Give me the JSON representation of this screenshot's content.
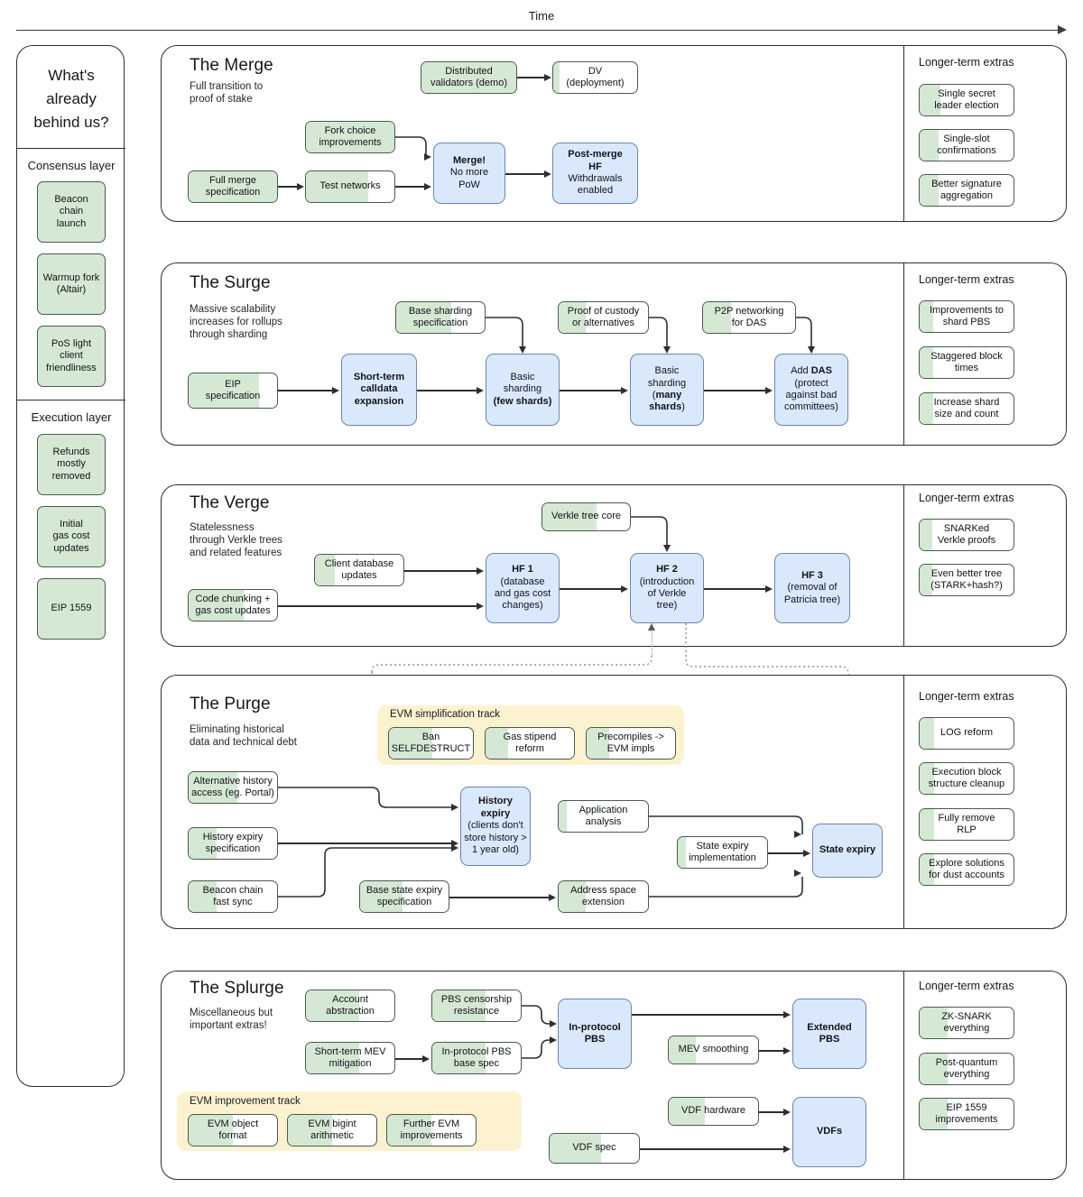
{
  "time_axis": {
    "label": "Time",
    "direction": "left-to-right"
  },
  "left_rail": {
    "heading": "What's already behind us?",
    "sections": [
      {
        "title": "Consensus layer",
        "items": [
          {
            "label": "Beacon chain launch",
            "progress": 100
          },
          {
            "label": "Warmup fork (Altair)",
            "progress": 100
          },
          {
            "label": "PoS light client friendliness",
            "progress": 100
          }
        ]
      },
      {
        "title": "Execution layer",
        "items": [
          {
            "label": "Refunds mostly removed",
            "progress": 100
          },
          {
            "label": "Initial gas cost updates",
            "progress": 100
          },
          {
            "label": "EIP 1559",
            "progress": 100
          }
        ]
      }
    ]
  },
  "phases": [
    {
      "id": "merge",
      "title": "The Merge",
      "subtitle": "Full transition to proof of stake",
      "extras_title": "Longer-term extras",
      "extras": [
        {
          "label": "Single secret leader election",
          "progress": 22
        },
        {
          "label": "Single-slot confirmations",
          "progress": 20
        },
        {
          "label": "Better signature aggregation",
          "progress": 20
        }
      ],
      "nodes": [
        {
          "id": "distributed-validators",
          "label": "Distributed validators (demo)",
          "type": "green",
          "progress": 100
        },
        {
          "id": "dv-deployment",
          "label": "DV (deployment)",
          "type": "green",
          "progress": 8
        },
        {
          "id": "fork-choice-improvements",
          "label": "Fork choice improvements",
          "type": "green",
          "progress": 100
        },
        {
          "id": "full-merge-specification",
          "label": "Full merge specification",
          "type": "green",
          "progress": 100
        },
        {
          "id": "test-networks",
          "label": "Test networks",
          "type": "green",
          "progress": 70
        },
        {
          "id": "merge",
          "label": "Merge! No more PoW",
          "type": "blue",
          "bold_first_line": true
        },
        {
          "id": "post-merge-hf",
          "label": "Post-merge HF Withdrawals enabled",
          "type": "blue",
          "bold_first_line": true
        }
      ]
    },
    {
      "id": "surge",
      "title": "The Surge",
      "subtitle": "Massive scalability increases for rollups through sharding",
      "extras_title": "Longer-term extras",
      "extras": [
        {
          "label": "Improvements to shard PBS",
          "progress": 14
        },
        {
          "label": "Staggered block times",
          "progress": 14
        },
        {
          "label": "Increase shard size and count",
          "progress": 14
        }
      ],
      "nodes": [
        {
          "id": "base-sharding-specification",
          "label": "Base sharding specification",
          "type": "green",
          "progress": 62
        },
        {
          "id": "proof-of-custody",
          "label": "Proof of custody or alternatives",
          "type": "green",
          "progress": 30
        },
        {
          "id": "p2p-networking-for-das",
          "label": "P2P networking for DAS",
          "type": "green",
          "progress": 30
        },
        {
          "id": "eip-specification",
          "label": "EIP specification",
          "type": "green",
          "progress": 80
        },
        {
          "id": "short-term-calldata-expansion",
          "label": "Short-term calldata expansion",
          "type": "blue",
          "bold": true
        },
        {
          "id": "basic-sharding-few-shards",
          "label": "Basic sharding (few shards)",
          "type": "blue"
        },
        {
          "id": "basic-sharding-many-shards",
          "label": "Basic sharding (many shards)",
          "type": "blue"
        },
        {
          "id": "add-das",
          "label": "Add DAS (protect against bad committees)",
          "type": "blue"
        }
      ]
    },
    {
      "id": "verge",
      "title": "The Verge",
      "subtitle": "Statelessness through Verkle trees and related features",
      "extras_title": "Longer-term extras",
      "extras": [
        {
          "label": "SNARKed Verkle proofs",
          "progress": 13
        },
        {
          "label": "Even better tree (STARK+hash?)",
          "progress": 13
        }
      ],
      "nodes": [
        {
          "id": "verkle-tree-core",
          "label": "Verkle tree core",
          "type": "green",
          "progress": 62
        },
        {
          "id": "client-database-updates",
          "label": "Client database updates",
          "type": "green",
          "progress": 22
        },
        {
          "id": "code-chunking-gas-cost-updates",
          "label": "Code chunking + gas cost updates",
          "type": "green",
          "progress": 62
        },
        {
          "id": "hf-1",
          "label": "HF 1 (database and gas cost changes)",
          "type": "blue",
          "bold_first_line": true
        },
        {
          "id": "hf-2",
          "label": "HF 2 (introduction of Verkle tree)",
          "type": "blue",
          "bold_first_line": true
        },
        {
          "id": "hf-3",
          "label": "HF 3 (removal of Patricia tree)",
          "type": "blue",
          "bold_first_line": true
        }
      ]
    },
    {
      "id": "purge",
      "title": "The Purge",
      "subtitle": "Eliminating historical data and technical debt",
      "extras_title": "Longer-term extras",
      "extras": [
        {
          "label": "LOG reform",
          "progress": 15
        },
        {
          "label": "Execution block structure cleanup",
          "progress": 15
        },
        {
          "label": "Fully remove RLP",
          "progress": 15
        },
        {
          "label": "Explore solutions for dust accounts",
          "progress": 15
        }
      ],
      "track": {
        "title": "EVM simplification track",
        "items": [
          {
            "label": "Ban SELFDESTRUCT",
            "progress": 52
          },
          {
            "label": "Gas stipend reform",
            "progress": 25
          },
          {
            "label": "Precompiles -> EVM impls",
            "progress": 25
          }
        ]
      },
      "nodes": [
        {
          "id": "alternative-history-access",
          "label": "Alternative history access (eg. Portal)",
          "type": "green",
          "progress": 55
        },
        {
          "id": "history-expiry-specification",
          "label": "History expiry specification",
          "type": "green",
          "progress": 32
        },
        {
          "id": "beacon-chain-fast-sync",
          "label": "Beacon chain fast sync",
          "type": "green",
          "progress": 32
        },
        {
          "id": "history-expiry",
          "label": "History expiry (clients don't store history > 1 year old)",
          "type": "blue",
          "bold_first_line": true
        },
        {
          "id": "application-analysis",
          "label": "Application analysis",
          "type": "green",
          "progress": 9
        },
        {
          "id": "state-expiry-implementation",
          "label": "State expiry implementation",
          "type": "green",
          "progress": 9
        },
        {
          "id": "base-state-expiry-specification",
          "label": "Base state expiry specification",
          "type": "green",
          "progress": 48
        },
        {
          "id": "address-space-extension",
          "label": "Address space extension",
          "type": "green",
          "progress": 30
        },
        {
          "id": "state-expiry",
          "label": "State expiry",
          "type": "blue",
          "bold": true
        }
      ]
    },
    {
      "id": "splurge",
      "title": "The Splurge",
      "subtitle": "Miscellaneous but important extras!",
      "extras_title": "Longer-term extras",
      "extras": [
        {
          "label": "ZK-SNARK everything",
          "progress": 30
        },
        {
          "label": "Post-quantum everything",
          "progress": 30
        },
        {
          "label": "EIP 1559 improvements",
          "progress": 30
        }
      ],
      "track": {
        "title": "EVM improvement track",
        "items": [
          {
            "label": "EVM object format",
            "progress": 50
          },
          {
            "label": "EVM bigint arithmetic",
            "progress": 50
          },
          {
            "label": "Further EVM improvements",
            "progress": 50
          }
        ]
      },
      "nodes": [
        {
          "id": "account-abstraction",
          "label": "Account abstraction",
          "type": "green",
          "progress": 60
        },
        {
          "id": "pbs-censorship-resistance",
          "label": "PBS censorship resistance",
          "type": "green",
          "progress": 60
        },
        {
          "id": "short-term-mev-mitigation",
          "label": "Short-term MEV mitigation",
          "type": "green",
          "progress": 60
        },
        {
          "id": "in-protocol-pbs-base-spec",
          "label": "In-protocol PBS base spec",
          "type": "green",
          "progress": 60
        },
        {
          "id": "in-protocol-pbs",
          "label": "In-protocol PBS",
          "type": "blue",
          "bold": true
        },
        {
          "id": "mev-smoothing",
          "label": "MEV smoothing",
          "type": "green",
          "progress": 30
        },
        {
          "id": "extended-pbs",
          "label": "Extended PBS",
          "type": "blue",
          "bold": true
        },
        {
          "id": "vdf-hardware",
          "label": "VDF hardware",
          "type": "green",
          "progress": 40
        },
        {
          "id": "vdf-spec",
          "label": "VDF spec",
          "type": "green",
          "progress": 58
        },
        {
          "id": "vdfs",
          "label": "VDFs",
          "type": "blue",
          "bold": true
        }
      ]
    }
  ],
  "colors": {
    "green_fill": "#d5e8d4",
    "green_border": "#4a5a4d",
    "blue_fill": "#dae8fc",
    "blue_border": "#6b85b5",
    "track_bg": "#fdf2d0",
    "outline": "#2b2e33"
  },
  "labels": {
    "merge_node_line1": "Merge!",
    "merge_node_line2": "No more",
    "merge_node_line3": "PoW",
    "postmerge_line1": "Post-merge",
    "postmerge_line2": "HF",
    "postmerge_line3": "Withdrawals",
    "postmerge_line4": "enabled",
    "dv_line1": "DV",
    "dv_line2": "(deployment)",
    "distributed_line1": "Distributed",
    "distributed_line2": "validators (demo)",
    "forkchoice_line1": "Fork choice",
    "forkchoice_line2": "improvements",
    "fullmerge_line1": "Full merge",
    "fullmerge_line2": "specification",
    "testnet_line1": "Test networks",
    "basesharding_line1": "Base sharding",
    "basesharding_line2": "specification",
    "custody_line1": "Proof of custody",
    "custody_line2": "or alternatives",
    "p2p_line1": "P2P networking",
    "p2p_line2": "for DAS",
    "eipspec_line1": "EIP",
    "eipspec_line2": "specification",
    "calldata_line1": "Short-term",
    "calldata_line2": "calldata",
    "calldata_line3": "expansion",
    "few_line1": "Basic",
    "few_line2": "sharding",
    "few_line3": "(few shards)",
    "many_line1": "Basic",
    "many_line2": "sharding",
    "many_line3a": "(",
    "many_line3b": "many",
    "many_line4a": "shards",
    "many_line4b": ")",
    "das_line1a": "Add ",
    "das_line1b": "DAS",
    "das_line2": "(protect",
    "das_line3": "against bad",
    "das_line4": "committees)",
    "verkle_line1": "Verkle tree core",
    "clientdb_line1": "Client database",
    "clientdb_line2": "updates",
    "chunking_line1": "Code chunking +",
    "chunking_line2": "gas cost updates",
    "hf1_line1": "HF 1",
    "hf1_line2": "(database",
    "hf1_line3": "and gas cost",
    "hf1_line4": "changes)",
    "hf2_line1": "HF 2",
    "hf2_line2": "(introduction",
    "hf2_line3": "of Verkle",
    "hf2_line4": "tree)",
    "hf3_line1": "HF 3",
    "hf3_line2": "(removal of",
    "hf3_line3": "Patricia tree)",
    "althist_line1": "Alternative history",
    "althist_line2": "access (eg. Portal)",
    "histspec_line1": "History expiry",
    "histspec_line2": "specification",
    "beaconsync_line1": "Beacon chain",
    "beaconsync_line2": "fast sync",
    "histexp_line1": "History",
    "histexp_line2": "expiry",
    "histexp_line3": "(clients don't",
    "histexp_line4": "store history >",
    "histexp_line5": "1 year old)",
    "appanalysis_line1": "Application",
    "appanalysis_line2": "analysis",
    "stateimpl_line1": "State expiry",
    "stateimpl_line2": "implementation",
    "basestate_line1": "Base state expiry",
    "basestate_line2": "specification",
    "addrspace_line1": "Address space",
    "addrspace_line2": "extension",
    "stateexp_line1": "State expiry",
    "ban_line1": "Ban",
    "ban_line2": "SELFDESTRUCT",
    "stipend_line1": "Gas stipend",
    "stipend_line2": "reform",
    "precompiles_line1": "Precompiles ->",
    "precompiles_line2": "EVM impls",
    "acctabs_line1": "Account",
    "acctabs_line2": "abstraction",
    "pbscensor_line1": "PBS censorship",
    "pbscensor_line2": "resistance",
    "mevmit_line1": "Short-term MEV",
    "mevmit_line2": "mitigation",
    "pbsbase_line1": "In-protocol PBS",
    "pbsbase_line2": "base spec",
    "inpbs_line1": "In-protocol",
    "inpbs_line2": "PBS",
    "mevsmooth_line1": "MEV smoothing",
    "extpbs_line1": "Extended",
    "extpbs_line2": "PBS",
    "vdfhw_line1": "VDF hardware",
    "vdfspec_line1": "VDF spec",
    "vdfs_line1": "VDFs",
    "evmobj_line1": "EVM object",
    "evmobj_line2": "format",
    "evmbig_line1": "EVM bigint",
    "evmbig_line2": "arithmetic",
    "evmfurther_line1": "Further EVM",
    "evmfurther_line2": "improvements"
  }
}
